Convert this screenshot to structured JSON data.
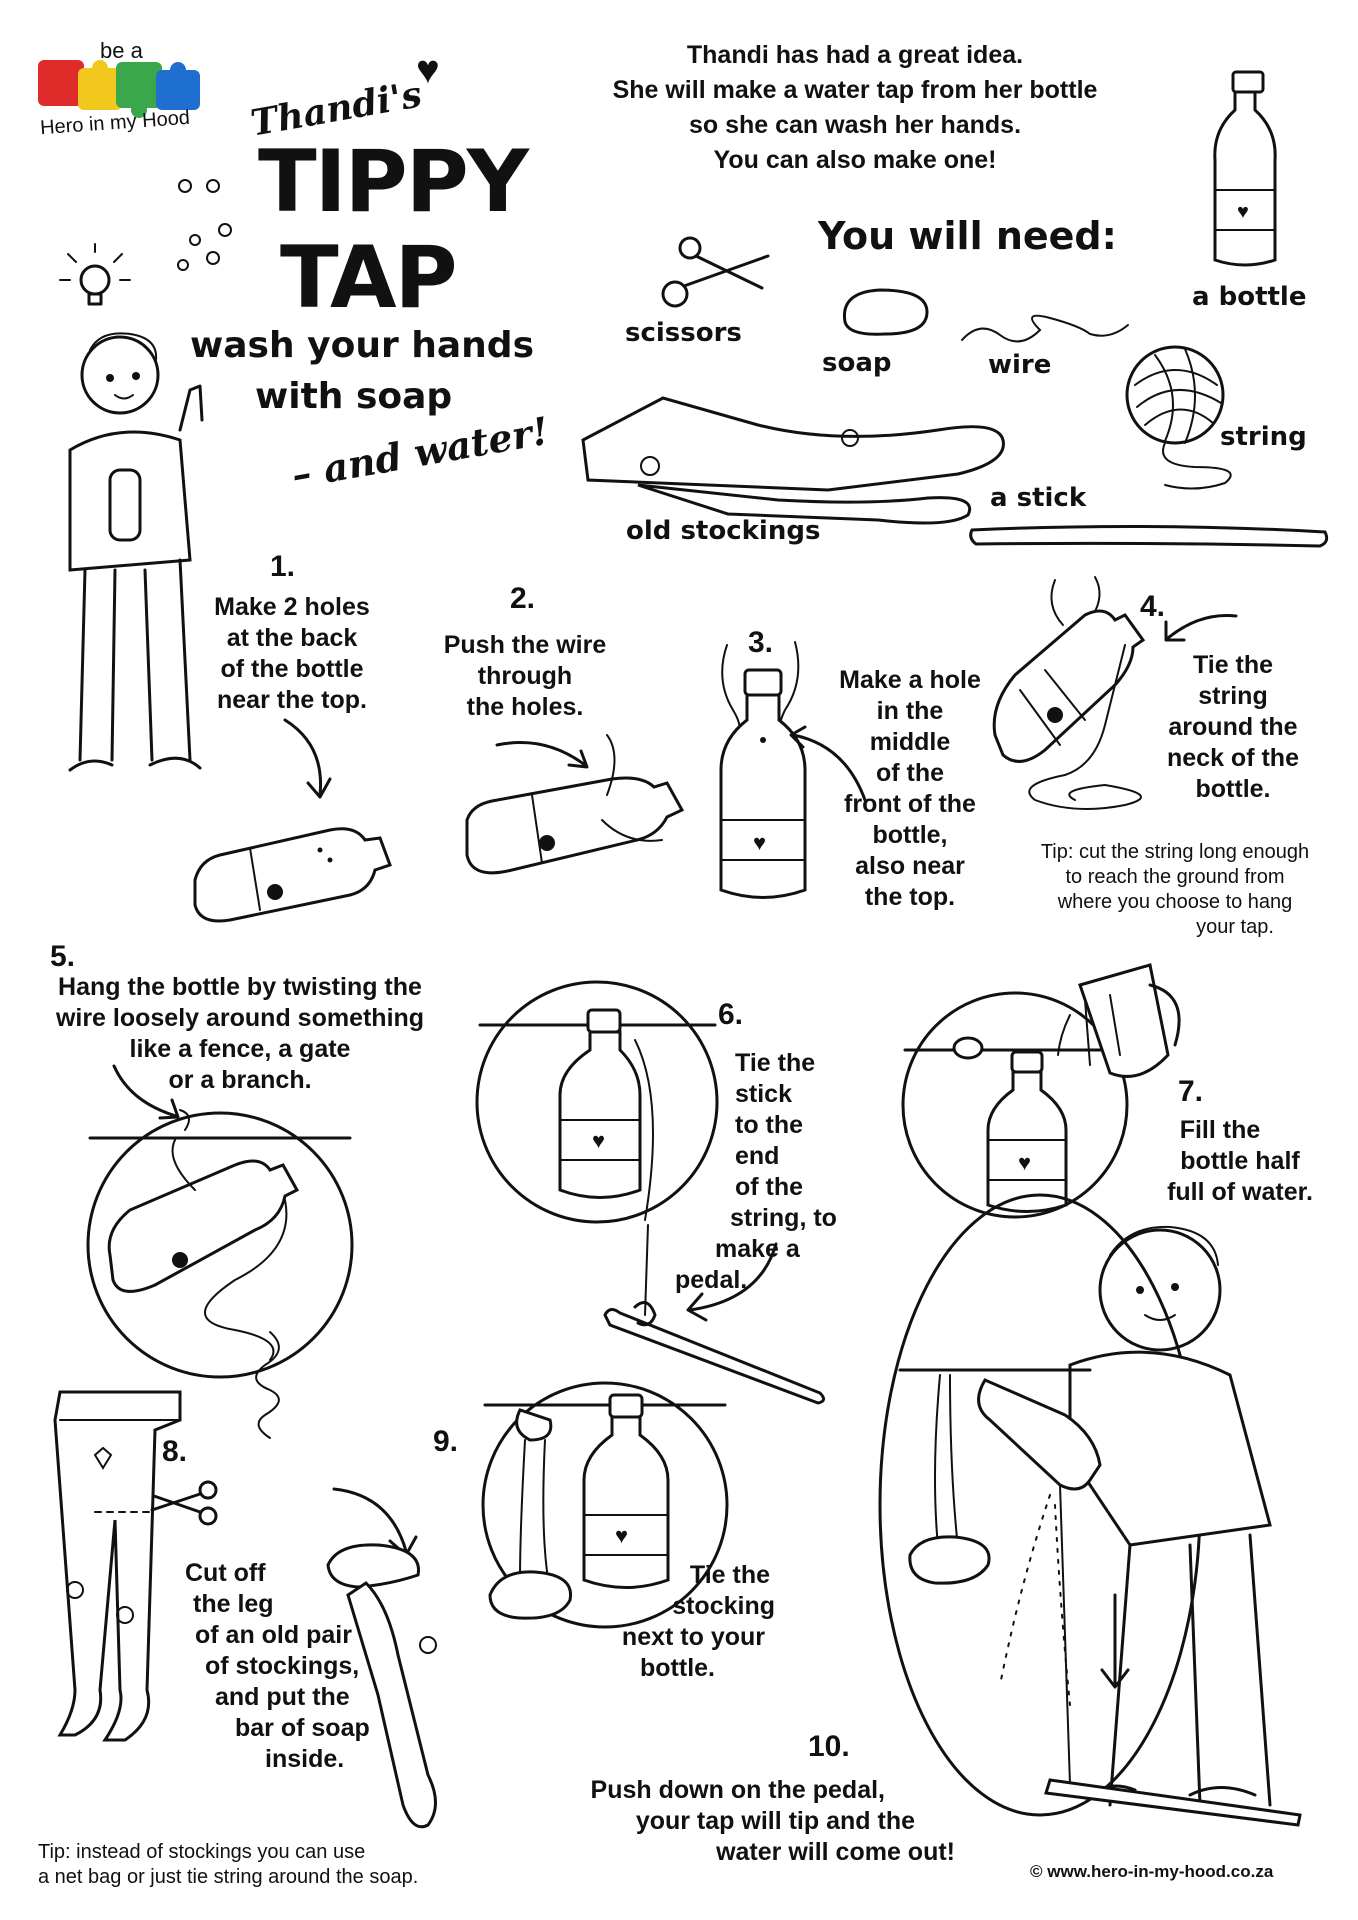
{
  "logo": {
    "line1": "be a",
    "line2": "Hero in my Hood"
  },
  "title": {
    "name": "Thandi's",
    "line1": "TIPPY",
    "line2": "TAP",
    "sub1": "wash your hands",
    "sub2": "with soap",
    "sub3": "– and water!"
  },
  "intro": {
    "line1": "Thandi has had a great idea.",
    "line2": "She will make a water tap from her bottle",
    "line3": "so she can wash her hands.",
    "line4": "You can also make one!"
  },
  "need": {
    "heading": "You will need:",
    "scissors": "scissors",
    "soap": "soap",
    "wire": "wire",
    "bottle": "a bottle",
    "string": "string",
    "stick": "a stick",
    "stockings": "old stockings"
  },
  "steps": {
    "s1": {
      "num": "1.",
      "l1": "Make 2 holes",
      "l2": "at the back",
      "l3": "of the bottle",
      "l4": "near the top."
    },
    "s2": {
      "num": "2.",
      "l1": "Push the wire",
      "l2": "through",
      "l3": "the holes."
    },
    "s3": {
      "num": "3.",
      "l1": "Make a hole",
      "l2": "in the",
      "l3": "middle",
      "l4": "of the",
      "l5": "front of the",
      "l6": "bottle,",
      "l7": "also near",
      "l8": "the top."
    },
    "s4": {
      "num": "4.",
      "l1": "Tie the",
      "l2": "string",
      "l3": "around the",
      "l4": "neck of the",
      "l5": "bottle.",
      "tip1": "Tip: cut the string long enough",
      "tip2": "to reach the ground from",
      "tip3": "where you choose to hang",
      "tip4": "your tap."
    },
    "s5": {
      "num": "5.",
      "l1": "Hang the bottle by twisting the",
      "l2": "wire loosely around something",
      "l3": "like a fence, a gate",
      "l4": "or a branch."
    },
    "s6": {
      "num": "6.",
      "l1": "Tie the stick",
      "l2": "to the end",
      "l3": "of the",
      "l4": "string, to",
      "l5": "make a",
      "l6": "pedal."
    },
    "s7": {
      "num": "7.",
      "l1": "Fill the",
      "l2": "bottle half",
      "l3": "full of water."
    },
    "s8": {
      "num": "8.",
      "l1": "Cut off",
      "l2": "the leg",
      "l3": "of an old pair",
      "l4": "of stockings,",
      "l5": "and put the",
      "l6": "bar of soap",
      "l7": "inside.",
      "tip1": "Tip: instead of stockings you can use",
      "tip2": "a net bag or just tie string around the soap."
    },
    "s9": {
      "num": "9.",
      "l1": "Tie the",
      "l2": "stocking",
      "l3": "next to your",
      "l4": "bottle."
    },
    "s10": {
      "num": "10.",
      "l1": "Push down on the pedal,",
      "l2": "your tap will tip and the",
      "l3": "water will come out!"
    }
  },
  "footer": {
    "copyright": "© www.hero-in-my-hood.co.za"
  },
  "colors": {
    "red": "#e02b2b",
    "blue": "#1e6fd0",
    "green": "#3aa84a",
    "yellow": "#f2c81e",
    "ink": "#111111"
  }
}
